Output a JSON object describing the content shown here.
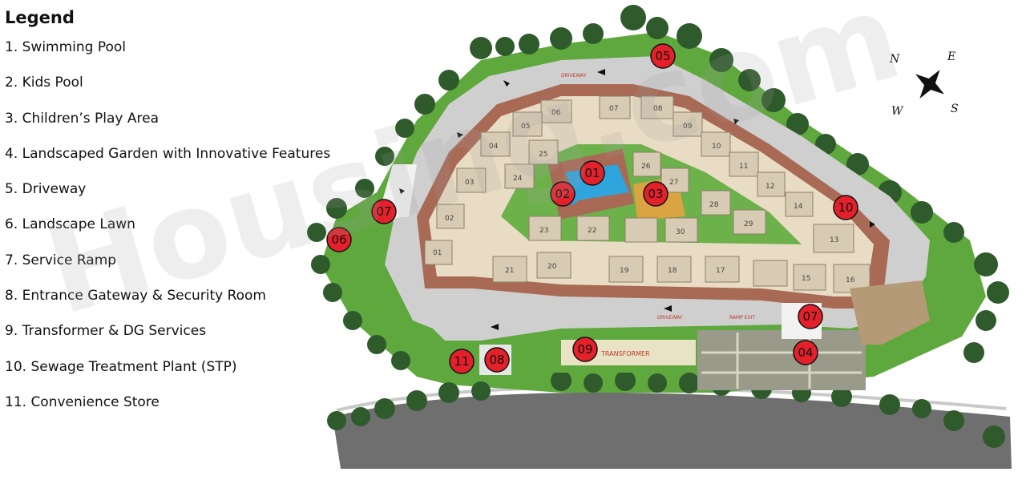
{
  "legend": {
    "title": "Legend",
    "items": [
      "1. Swimming Pool",
      "2. Kids Pool",
      "3. Children’s Play Area",
      "4. Landscaped Garden with Innovative Features",
      "5. Driveway",
      "6. Landscape Lawn",
      "7. Service Ramp",
      "8. Entrance Gateway & Security Room",
      "9. Transformer & DG Services",
      "10. Sewage Treatment Plant (STP)",
      "11. Convenience Store"
    ]
  },
  "markers": [
    "01",
    "02",
    "03",
    "04",
    "05",
    "06",
    "07",
    "07",
    "08",
    "09",
    "10",
    "11"
  ],
  "map_labels": {
    "transformer": "TRANSFORMER",
    "driveway": "DRIVEWAY",
    "ramp_exit": "RAMP EXIT"
  },
  "compass": {
    "n": "N",
    "e": "E",
    "s": "S",
    "w": "W"
  },
  "building_numbers": [
    "01",
    "02",
    "03",
    "04",
    "05",
    "06",
    "07",
    "08",
    "09",
    "10",
    "11",
    "12",
    "13",
    "14",
    "15",
    "16",
    "17",
    "18",
    "19",
    "20",
    "21",
    "22",
    "23",
    "24",
    "25",
    "26",
    "27",
    "28",
    "29",
    "30"
  ],
  "watermark": "Housing.com",
  "colors": {
    "marker_fill": "#e4202a",
    "lawn": "#5ea83e",
    "road": "#cfcfcf",
    "building": "#d8cbb4",
    "brick": "#a86a55"
  }
}
